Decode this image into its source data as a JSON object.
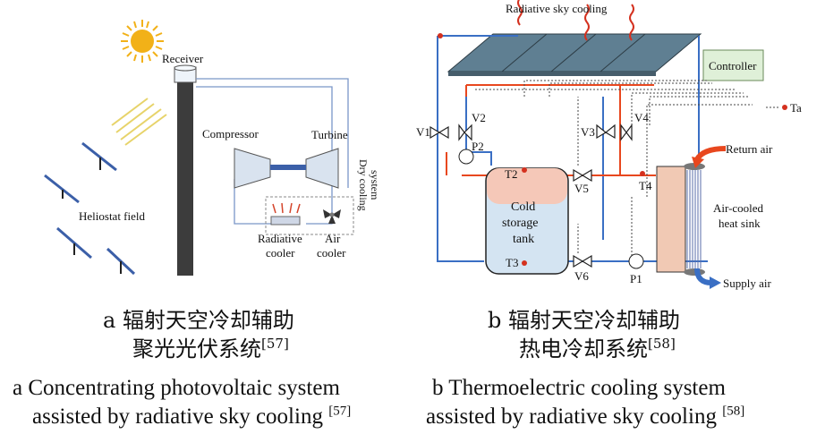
{
  "figure_a": {
    "labels": {
      "receiver": "Receiver",
      "compressor": "Compressor",
      "turbine": "Turbine",
      "dry_cooling": "Dry cooling",
      "system": "system",
      "heliostat_field": "Heliostat field",
      "radiative": "Radiative",
      "cooler": "cooler",
      "air": "Air",
      "cooler2": "cooler"
    },
    "caption_cn_line1": "a 辐射天空冷却辅助",
    "caption_cn_line2": "聚光光伏系统",
    "caption_cn_ref": "[57]",
    "caption_en_line1": "a Concentrating photovoltaic system",
    "caption_en_line2": "assisted by radiative sky cooling",
    "caption_en_ref": "[57]"
  },
  "figure_b": {
    "labels": {
      "radiative_sky_cooling": "Radiative sky cooling",
      "controller": "Controller",
      "ta": "Ta",
      "v1": "V1",
      "v2": "V2",
      "v3": "V3",
      "v4": "V4",
      "v5": "V5",
      "v6": "V6",
      "p1": "P1",
      "p2": "P2",
      "t2": "T2",
      "t3": "T3",
      "t4": "T4",
      "cold": "Cold",
      "storage": "storage",
      "tank": "tank",
      "return_air": "Return air",
      "air_cooled": "Air-cooled",
      "heat_sink": "heat sink",
      "supply_air": "Supply air"
    },
    "caption_cn_line1": "b 辐射天空冷却辅助",
    "caption_cn_line2": "热电冷却系统",
    "caption_cn_ref": "[58]",
    "caption_en_line1": "b Thermoelectric cooling system",
    "caption_en_line2": "assisted by radiative sky cooling",
    "caption_en_ref": "[58]"
  },
  "colors": {
    "hot_pipe": "#e8471e",
    "cold_pipe": "#3a6fc4",
    "panel": "#5f7f92",
    "controller_fill": "#dff0d8",
    "sun": "#f2b118",
    "tower": "#3c3c3c"
  }
}
